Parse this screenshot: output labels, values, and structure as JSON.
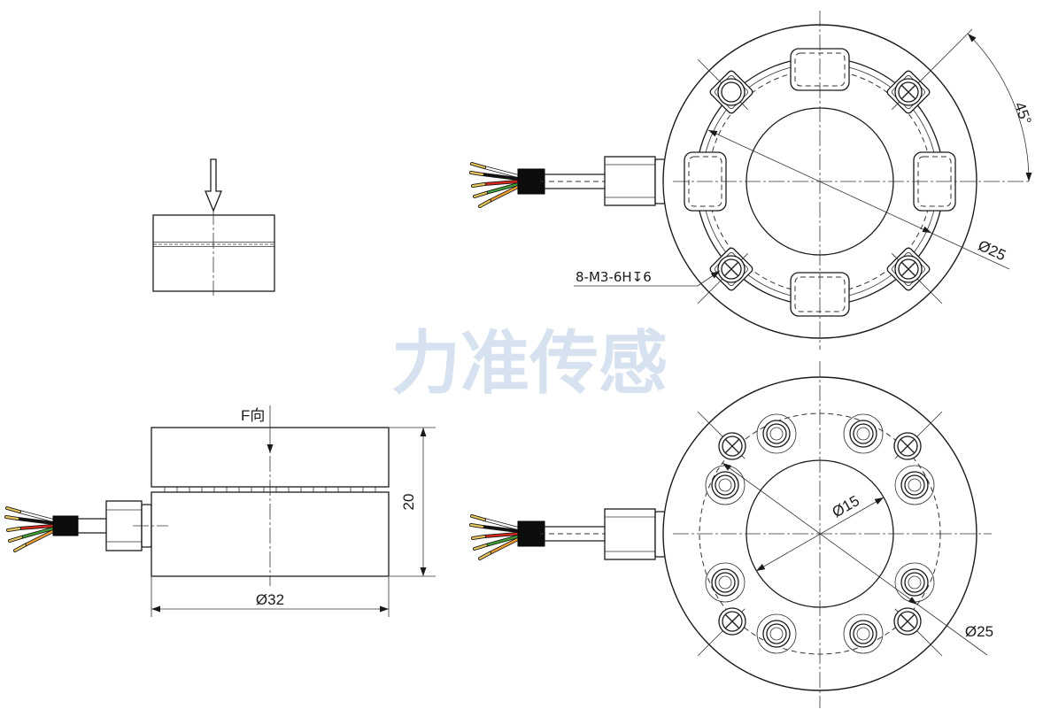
{
  "watermark": "力准传感",
  "side_view": {
    "force_label": "F向",
    "height_dimension": "20",
    "diameter_dimension": "Ø32"
  },
  "top_view": {
    "angle_dimension": "45°",
    "diameter_dimension": "Ø25",
    "thread_callout": "8-M3-6H↧6"
  },
  "bottom_view": {
    "inner_diameter_dimension": "Ø15",
    "diameter_dimension": "Ø25"
  },
  "colors": {
    "line": "#1a1a1a",
    "watermark": "#d6e2ef",
    "wire_white": "#ffffff",
    "wire_black": "#111111",
    "wire_red": "#d8261c",
    "wire_green": "#3fa535",
    "wire_orange": "#f0a030",
    "wire_tip": "#e8c65a",
    "sleeve": "#0d0d0d"
  }
}
